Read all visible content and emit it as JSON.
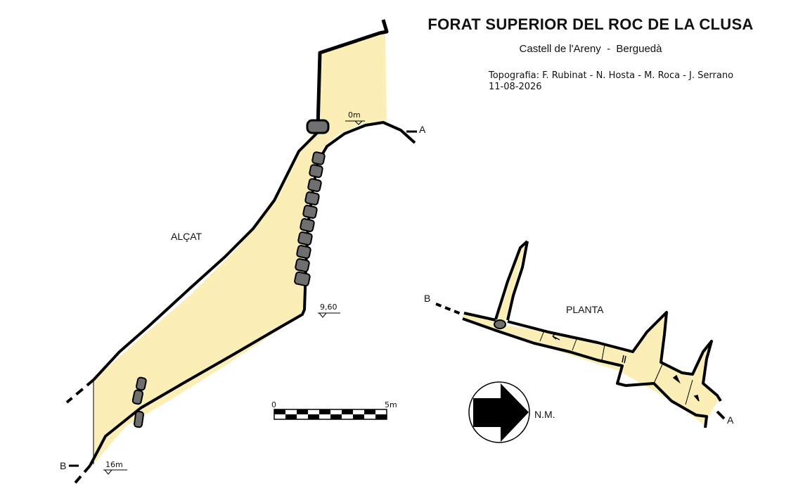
{
  "header": {
    "title": "FORAT SUPERIOR DEL ROC DE LA CLUSA",
    "location": "Castell de l'Areny  -  Berguedà",
    "credits": "Topografia: F. Rubinat - N. Hosta - M. Roca - J. Serrano",
    "date": "11-08-2026"
  },
  "elevation": {
    "label": "ALÇAT",
    "depth_top": "0m",
    "depth_mid": "9,60",
    "depth_bottom": "16m",
    "section_a": "A",
    "section_b": "B"
  },
  "plan": {
    "label": "PLANTA",
    "section_a": "A",
    "section_b": "B"
  },
  "scale": {
    "min_label": "0",
    "max_label": "5m"
  },
  "north": {
    "label": "N.M."
  },
  "colors": {
    "cave_fill": "#fbefb7",
    "wall_line": "#000000",
    "block_fill": "#6f6f6f"
  }
}
